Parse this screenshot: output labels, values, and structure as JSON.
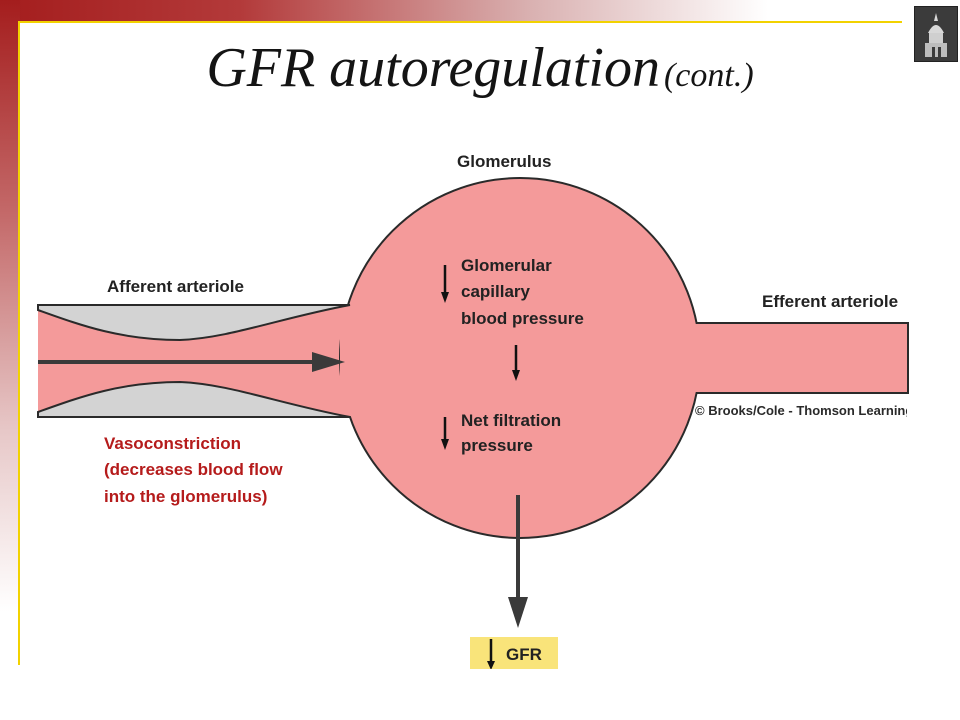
{
  "slide": {
    "title": "GFR autoregulation",
    "title_suffix": "(cont.)"
  },
  "diagram": {
    "glomerulus_label": "Glomerulus",
    "afferent_label": "Afferent arteriole",
    "efferent_label": "Efferent arteriole",
    "capillary_pressure_lines": [
      "Glomerular",
      "capillary",
      "blood pressure"
    ],
    "net_filtration_lines": [
      "Net filtration",
      "pressure"
    ],
    "vasoconstriction_lines": [
      "Vasoconstriction",
      "(decreases blood flow",
      "into the glomerulus)"
    ],
    "gfr_label": "GFR",
    "copyright": "© Brooks/Cole - Thomson Learning"
  },
  "colors": {
    "vessel": "#f49a9a",
    "vessel_outline": "#2a2a2a",
    "constriction_fill": "#d3d3d3",
    "arrow": "#3a3a3a",
    "accent_red": "#b51b1b",
    "gfr_box": "#f9e47a"
  },
  "icons": {
    "decrease_indicator": "down-arrow-icon",
    "logo": "building-logo-icon"
  }
}
